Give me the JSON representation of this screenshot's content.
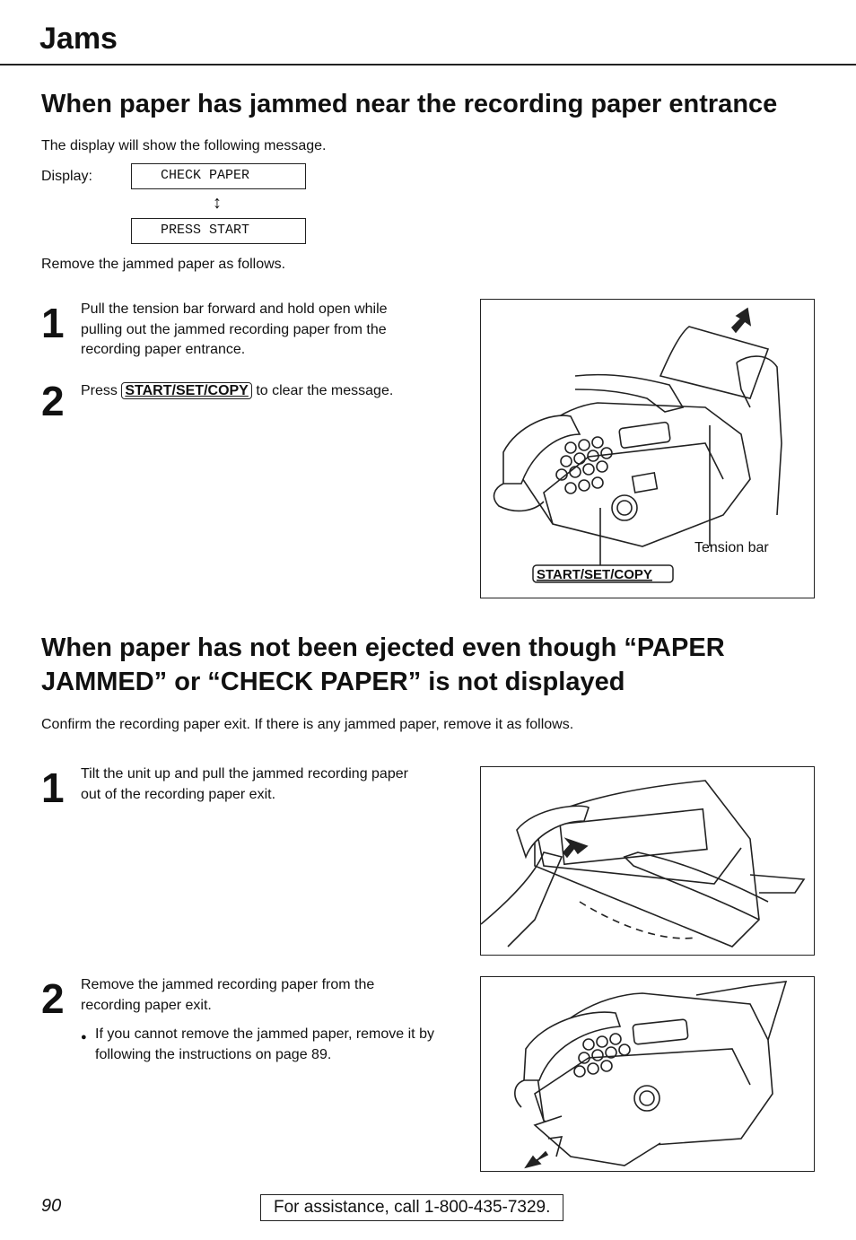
{
  "page": {
    "section": "Jams",
    "page_number": "90",
    "assistance": "For assistance, call 1-800-435-7329."
  },
  "section1": {
    "title": "When paper has jammed near the recording paper entrance",
    "intro": "The display will show the following message.",
    "display_label": "Display:",
    "display_line1": "CHECK PAPER",
    "display_arrow": "↕",
    "display_line2": "PRESS START",
    "after": "Remove the jammed paper as follows.",
    "steps": [
      {
        "number": "1",
        "text": "Pull the tension bar forward and hold open while pulling out the jammed recording paper from the recording paper entrance."
      },
      {
        "number": "2",
        "text_before": "Press",
        "key": "START/SET/COPY",
        "text_after": "to clear the message."
      }
    ],
    "figure": {
      "callout_tension": "Tension bar",
      "callout_key": "START/SET/COPY"
    }
  },
  "section2": {
    "title_line1": "When paper has not been ejected even though “PAPER",
    "title_line2": "JAMMED” or “CHECK PAPER” is not displayed",
    "intro": "Confirm the recording paper exit. If there is any jammed paper, remove it as follows.",
    "steps": [
      {
        "number": "1",
        "text": "Tilt the unit up and pull the jammed recording paper out of the recording paper exit."
      },
      {
        "number": "2",
        "text": "Remove the jammed recording paper from the recording paper exit.",
        "bullet": "If you cannot remove the jammed paper, remove it by following the instructions on page 89."
      }
    ]
  }
}
